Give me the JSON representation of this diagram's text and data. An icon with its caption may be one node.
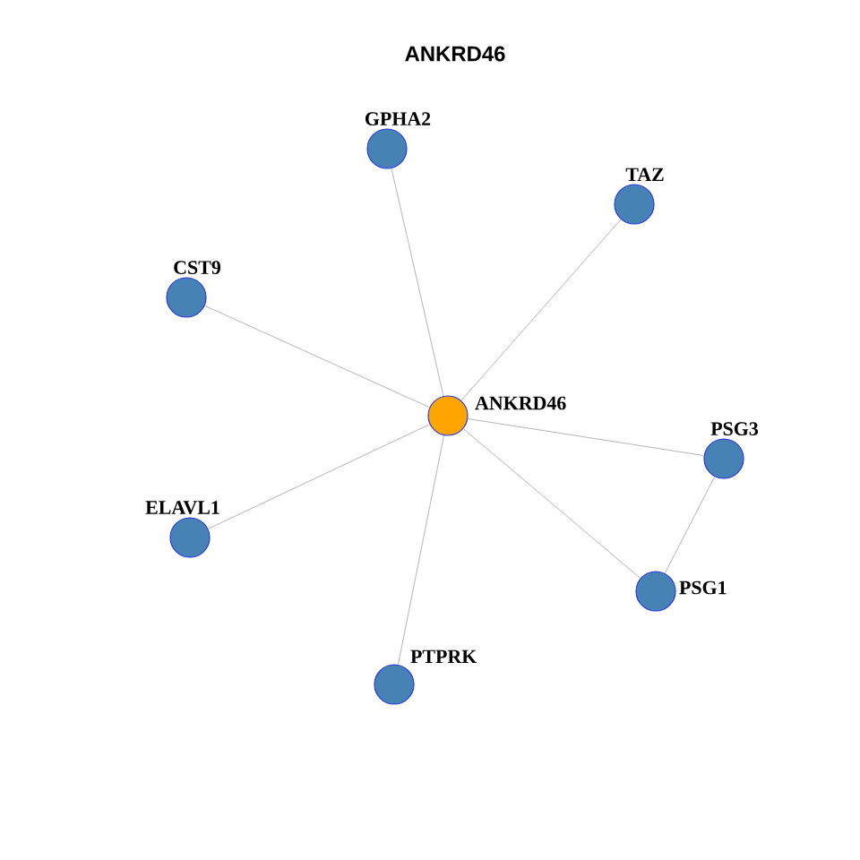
{
  "diagram": {
    "title": "ANKRD46",
    "nodes": [
      {
        "text": [
          "GPHA2"
        ]
      },
      {
        "text": [
          "TAZ"
        ]
      },
      {
        "text": [
          "CST9"
        ]
      },
      {
        "text": [
          "ANKRD46"
        ]
      },
      {
        "text": [
          "PSG3"
        ]
      },
      {
        "text": [
          "ELAVL1"
        ]
      },
      {
        "text": [
          "PSG1"
        ]
      },
      {
        "text": [
          "PTPRK"
        ]
      }
    ],
    "edges": [
      {
        "from": 3,
        "to": 0,
        "arrow": "none"
      },
      {
        "from": 3,
        "to": 1,
        "arrow": "none"
      },
      {
        "from": 3,
        "to": 2,
        "arrow": "none"
      },
      {
        "from": 3,
        "to": 4,
        "arrow": "none"
      },
      {
        "from": 3,
        "to": 5,
        "arrow": "none"
      },
      {
        "from": 3,
        "to": 6,
        "arrow": "none"
      },
      {
        "from": 3,
        "to": 7,
        "arrow": "none"
      },
      {
        "from": 4,
        "to": 6,
        "arrow": "none"
      }
    ]
  }
}
